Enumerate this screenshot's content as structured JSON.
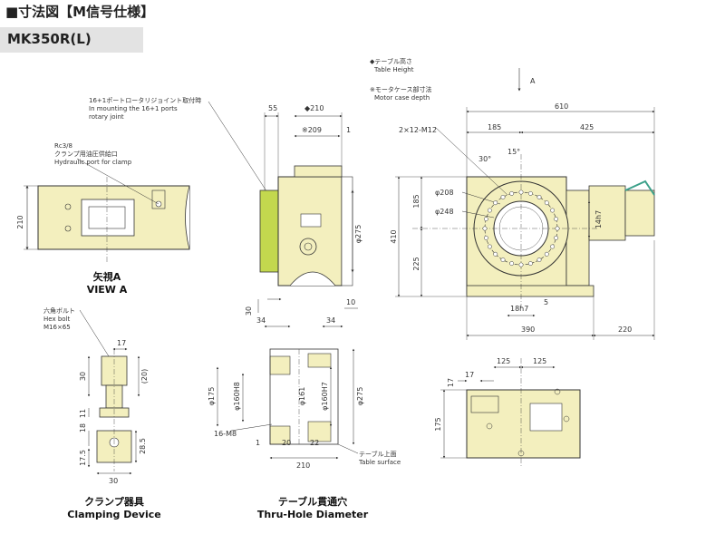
{
  "header": {
    "title": "■寸法図【M信号仕様】",
    "model": "MK350R(L)"
  },
  "notes": {
    "table_height_jp": "◆テーブル高さ",
    "table_height_en": "Table Height",
    "motor_case_jp": "※モータケース部寸法",
    "motor_case_en": "Motor case depth",
    "arrow_a": "A",
    "ports_jp": "16+1ポートロータリジョイント取付時",
    "ports_en1": "In mounting the 16+1 ports",
    "ports_en2": "rotary joint",
    "hyd_code": "Rc3/8",
    "hyd_jp": "クランプ用油圧供給口",
    "hyd_en": "Hydraulic port for clamp",
    "hexbolt_jp": "六角ボルト",
    "hexbolt_en": "Hex bolt",
    "hexbolt_size": "M16×65",
    "table_surface_jp": "テーブル上面",
    "table_surface_en": "Table surface"
  },
  "captions": {
    "view_a_jp": "矢視A",
    "view_a_en": "VIEW A",
    "clamp_jp": "クランプ器具",
    "clamp_en": "Clamping Device",
    "thru_jp": "テーブル貫通穴",
    "thru_en": "Thru-Hole Diameter"
  },
  "dims": {
    "va_210": "210",
    "side_55": "55",
    "side_210": "◆210",
    "side_209": "※209",
    "side_1": "1",
    "side_275": "φ275",
    "side_30": "30",
    "side_34a": "34",
    "side_34b": "34",
    "side_10": "10",
    "f_610": "610",
    "f_185w": "185",
    "f_425": "425",
    "f_2x12": "2×12-M12",
    "f_30deg": "30°",
    "f_15deg": "15°",
    "f_208": "φ208",
    "f_248": "φ248",
    "f_185h": "185",
    "f_410": "410",
    "f_225": "225",
    "f_14h7": "14h7",
    "f_18h7": "18h7",
    "f_5": "5",
    "f_390": "390",
    "f_220": "220",
    "c_17": "17",
    "c_20": "(20)",
    "c_30": "30",
    "c_11": "11",
    "c_18": "18",
    "c_285": "28.5",
    "c_175": "17.5",
    "c_30b": "30",
    "t_175": "φ175",
    "t_160h8": "φ160H8",
    "t_161": "φ161",
    "t_160h7": "φ160H7",
    "t_275": "φ275",
    "t_16m8": "16-M8",
    "t_1": "1",
    "t_20": "20",
    "t_22": "22",
    "t_210": "210",
    "b_125a": "125",
    "b_125b": "125",
    "b_17a": "17",
    "b_17b": "17",
    "b_175": "175"
  },
  "colors": {
    "body": "#f3efbe",
    "stroke": "#333333",
    "green": "#c3d84e",
    "bar": "#e3e3e3",
    "teal": "#3ca08a"
  }
}
